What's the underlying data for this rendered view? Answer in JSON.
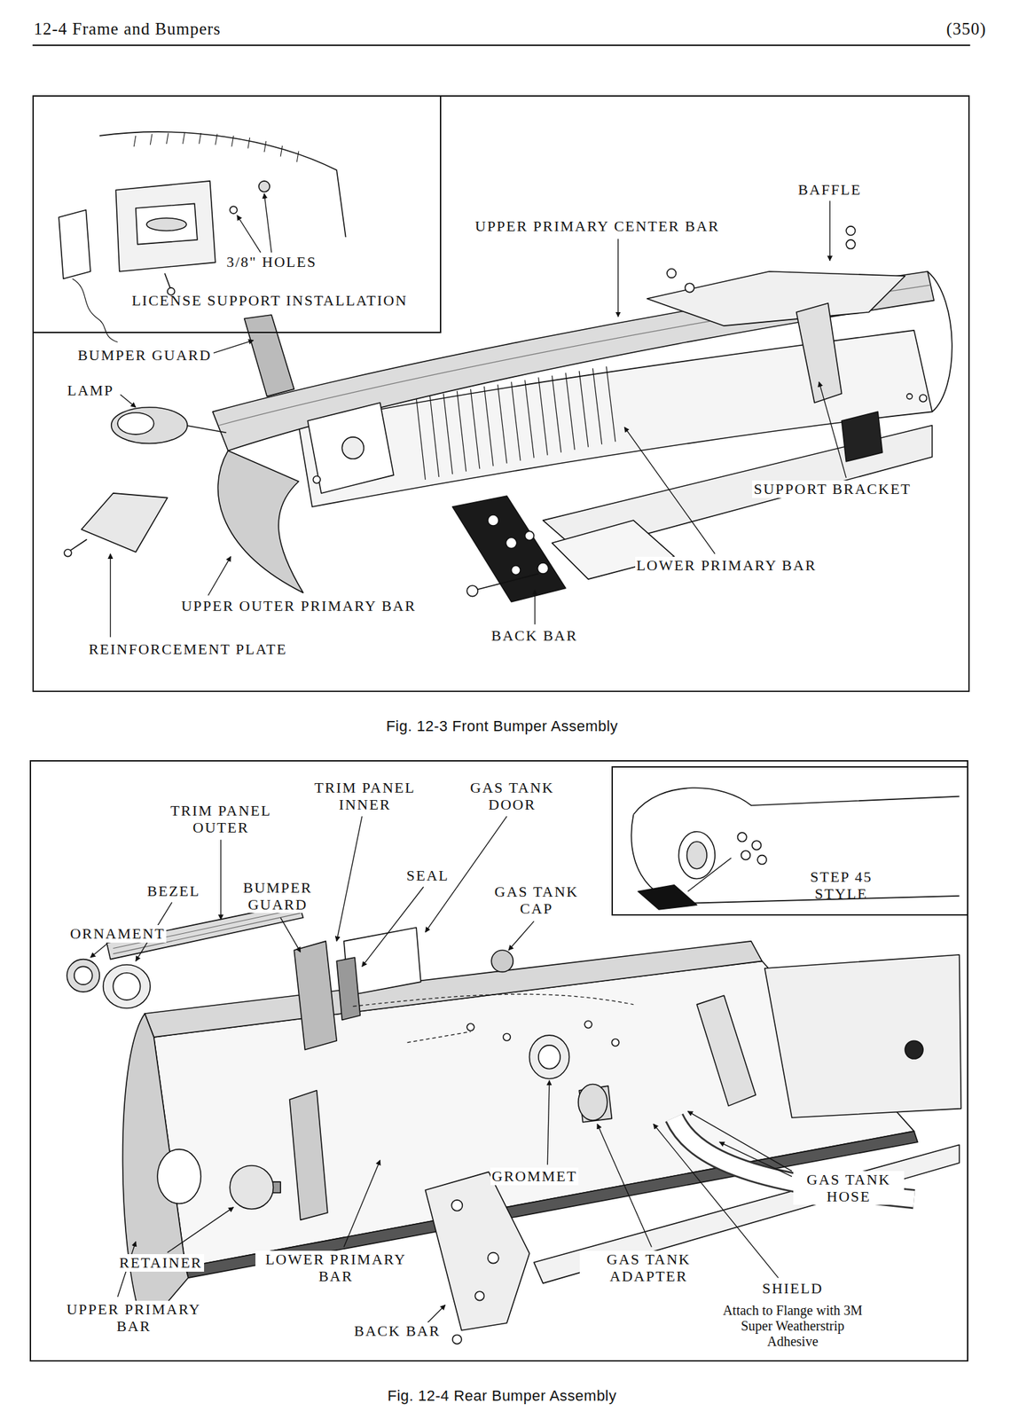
{
  "diagram": {
    "nodes": [
      {
        "text": [
          "Fig. 12-3 Front Bumper Assembly"
        ]
      },
      {
        "text": [
          "3/8\" HOLES",
          "LICENSE SUPPORT INSTALLATION"
        ],
        "in": 0
      },
      {
        "text": [
          "Fig. 12-4 Rear Bumper Assembly"
        ]
      },
      {
        "text": [
          "STEP 45 STYLE"
        ],
        "in": 2
      }
    ],
    "labels": [
      "12-4 Frame and Bumpers",
      "(350)",
      "BAFFLE",
      "UPPER PRIMARY CENTER BAR",
      "BUMPER GUARD",
      "LAMP",
      "SUPPORT BRACKET",
      "LOWER PRIMARY BAR",
      "UPPER OUTER PRIMARY BAR",
      "BACK BAR",
      "REINFORCEMENT PLATE",
      "TRIM PANEL INNER",
      "GAS TANK DOOR",
      "TRIM PANEL OUTER",
      "SEAL",
      "BUMPER GUARD",
      "GAS TANK CAP",
      "BEZEL",
      "ORNAMENT",
      "GROMMET",
      "GAS TANK HOSE",
      "RETAINER",
      "LOWER PRIMARY BAR",
      "GAS TANK ADAPTER",
      "SHIELD",
      "Attach to Flange with 3M Super Weatherstrip Adhesive",
      "UPPER PRIMARY BAR",
      "BACK BAR"
    ]
  }
}
